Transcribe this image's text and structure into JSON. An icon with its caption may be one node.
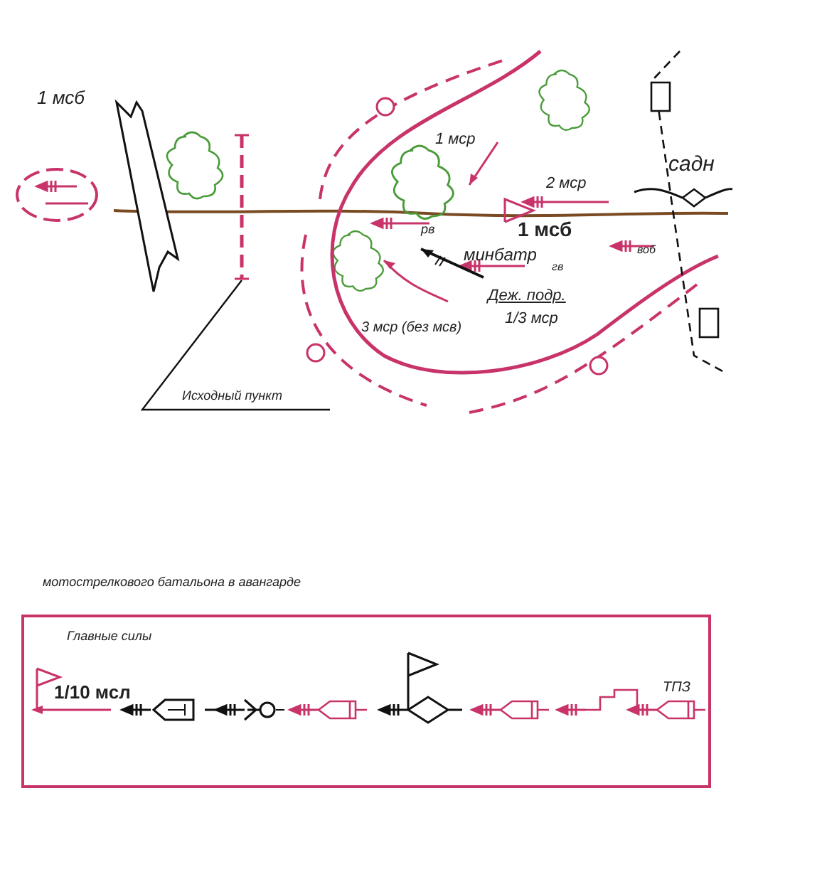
{
  "diagram": {
    "nodes": [
      {
        "text": [
          "Исходный пункт"
        ]
      },
      {
        "text": [],
        "shape": "bar"
      },
      {
        "text": [
          "Главные силы"
        ]
      }
    ],
    "edges": [
      {
        "from": 0,
        "to": 1,
        "arrow": "none"
      }
    ],
    "labels": [
      "1 мсб",
      "1 мср",
      "2 мср",
      "садн",
      "1 мсб",
      "рв",
      "минбатр",
      "гв",
      "воб",
      "Деж. подр.",
      "1/3 мср",
      "3 мср (без мсв)",
      "мотострелкового батальона в авангарде",
      "1/10 мсл",
      "ТПЗ"
    ]
  }
}
